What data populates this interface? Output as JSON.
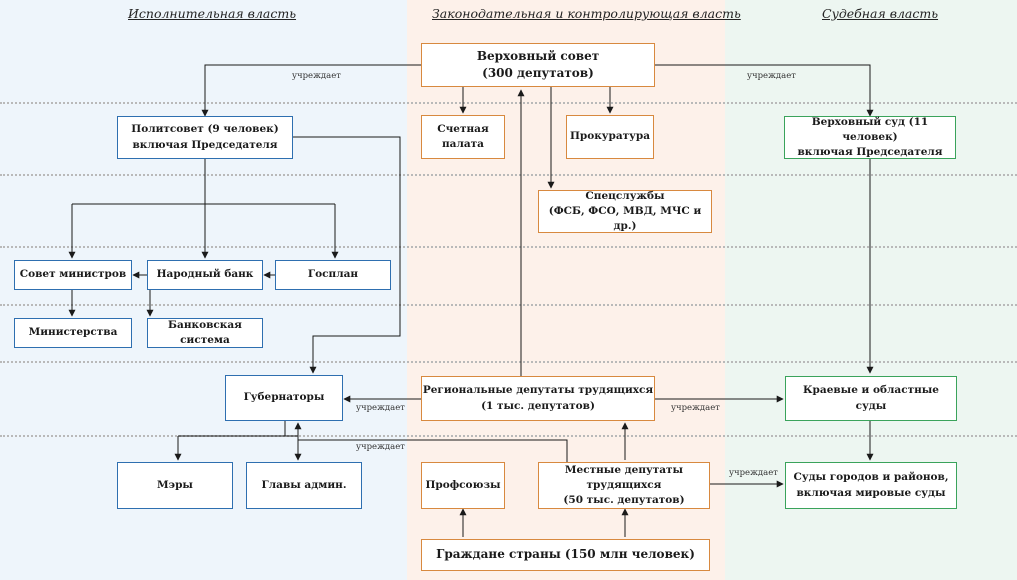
{
  "columns": {
    "executive": "Исполнительная власть",
    "legislative": "Законодательная и контролирующая власть",
    "judicial": "Судебная власть"
  },
  "nodes": {
    "supreme_council": [
      "Верховный совет",
      "(300 депутатов)"
    ],
    "audit_chamber": [
      "Счетная",
      "палата"
    ],
    "prosecutor": [
      "Прокуратура"
    ],
    "special_services": [
      "Спецслужбы",
      "(ФСБ, ФСО, МВД, МЧС и др.)"
    ],
    "politburo": [
      "Политсовет (9 человек)",
      "включая Председателя"
    ],
    "council_ministers": [
      "Совет министров"
    ],
    "national_bank": [
      "Народный банк"
    ],
    "gosplan": [
      "Госплан"
    ],
    "ministries": [
      "Министерства"
    ],
    "banking_system": [
      "Банковская система"
    ],
    "governors": [
      "Губернаторы"
    ],
    "regional_deputies": [
      "Региональные депутаты трудящихся",
      "(1 тыс. депутатов)"
    ],
    "regional_courts": [
      "Краевые и областные суды"
    ],
    "mayors": [
      "Мэры"
    ],
    "admin_heads": [
      "Главы админ."
    ],
    "trade_unions": [
      "Профсоюзы"
    ],
    "local_deputies": [
      "Местные депутаты трудящихся",
      "(50 тыс. депутатов)"
    ],
    "city_courts": [
      "Суды городов и районов,",
      "включая мировые суды"
    ],
    "supreme_court": [
      "Верховный суд (11 человек)",
      "включая Председателя"
    ],
    "citizens": [
      "Граждане страны (150 млн человек)"
    ]
  },
  "edge_labels": {
    "establishes": "учреждает"
  },
  "colors": {
    "executive_bg": "#eef5fb",
    "legislative_bg": "#fdf1ea",
    "judicial_bg": "#edf6f1",
    "blue_border": "#2e6fb0",
    "orange_border": "#d8893f",
    "green_border": "#3aa35b"
  }
}
